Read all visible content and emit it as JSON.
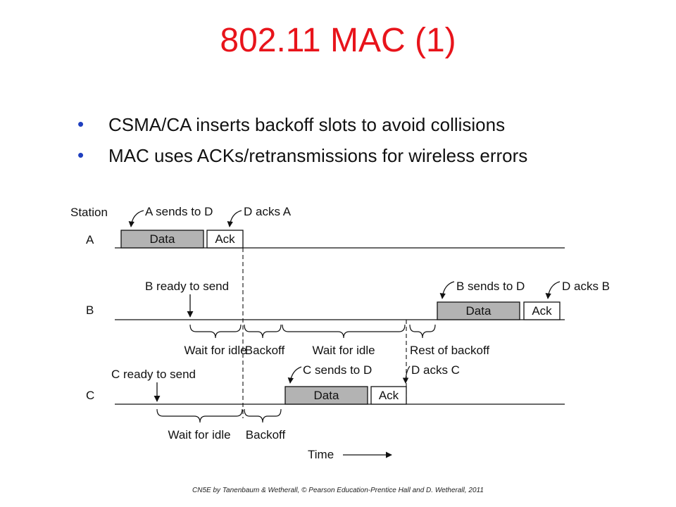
{
  "title": "802.11 MAC (1)",
  "bullets": [
    "CSMA/CA inserts backoff slots to avoid collisions",
    "MAC uses ACKs/retransmissions for wireless errors"
  ],
  "diagram": {
    "station_header": "Station",
    "stations": {
      "a": "A",
      "b": "B",
      "c": "C"
    },
    "frames": {
      "data": "Data",
      "ack": "Ack"
    },
    "labels": {
      "a_sends_to_d": "A sends to D",
      "d_acks_a": "D acks A",
      "b_ready_to_send": "B ready to send",
      "b_sends_to_d": "B sends to D",
      "d_acks_b": "D acks B",
      "c_ready_to_send": "C ready to send",
      "c_sends_to_d": "C sends to D",
      "d_acks_c": "D acks C",
      "wait_for_idle": "Wait for idle",
      "backoff": "Backoff",
      "rest_of_backoff": "Rest of backoff",
      "time": "Time"
    }
  },
  "footer": "CN5E by Tanenbaum & Wetherall, © Pearson Education-Prentice Hall and D. Wetherall, 2011"
}
